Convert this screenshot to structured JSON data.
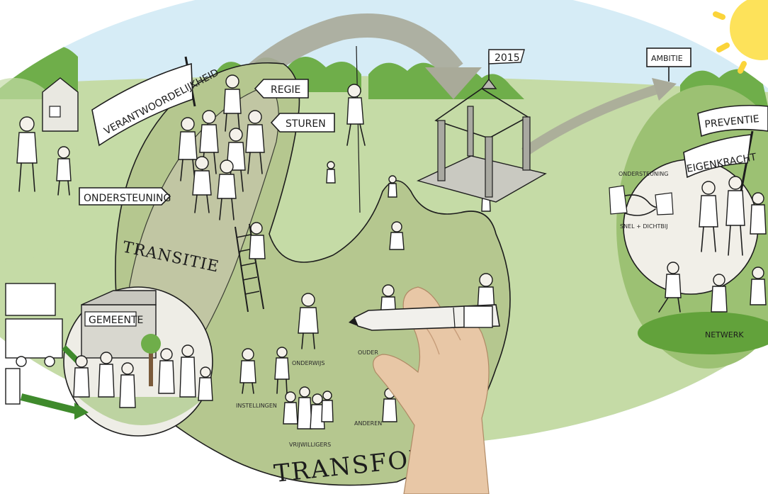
{
  "colors": {
    "sky": "#d6ecf6",
    "meadow": "#c5dba6",
    "meadow_dark": "#9cc173",
    "hill": "#8fbf5d",
    "path": "#b5b497",
    "trees": "#6fae4a",
    "sun": "#fde25a",
    "arrow_grey": "#a9aa99",
    "ink": "#1d1d1d"
  },
  "labels": {
    "verantwoordelijkheid": "VERANTWOORDELIJKHEID",
    "regie": "REGIE",
    "sturen": "STUREN",
    "ondersteuning_left": "ONDERSTEUNING",
    "transitie": "TRANSITIE",
    "gemeente": "GEMEENTE",
    "onderwijs": "ONDERWIJS",
    "instellingen": "INSTELLINGEN",
    "vrijwilligers": "VRIJWILLIGERS",
    "anderen": "ANDEREN",
    "ouders": "OUDER",
    "transform": "TRANSFORM",
    "year": "2015",
    "ambitie": "AMBITIE",
    "preventie": "PREVENTIE",
    "eigenkracht": "EIGENKRACHT",
    "ondersteuning_right": "ONDERSTEUNING",
    "snel_dichtbij": "SNEL + DICHTBIJ",
    "netwerk": "NETWERK"
  },
  "icons": {
    "sun": "sun-icon",
    "hand": "drawing-hand-icon",
    "marker": "marker-icon",
    "handshake": "handshake-icon",
    "pavilion": "pavilion-icon",
    "ladder": "ladder-icon",
    "house": "house-icon"
  }
}
